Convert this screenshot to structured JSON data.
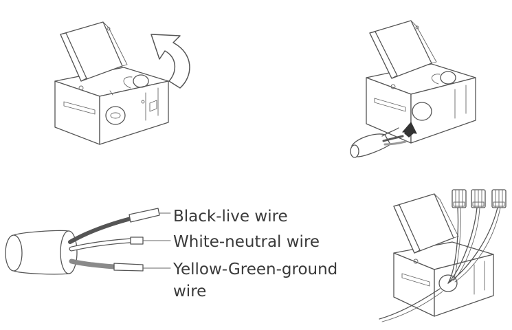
{
  "labels": {
    "black": "Black-live wire",
    "white": "White-neutral wire",
    "ground_line1": "Yellow-Green-ground",
    "ground_line2": "wire"
  },
  "colors": {
    "black_wire": "#555555",
    "ground_wire": "#8a8a8a",
    "line": "#555555",
    "text": "#3a3a3a"
  },
  "icons": {
    "step1": "open-lid-arrow-icon",
    "step2": "insert-cable-arrow-icon",
    "step4": "wire-connector-icon"
  }
}
